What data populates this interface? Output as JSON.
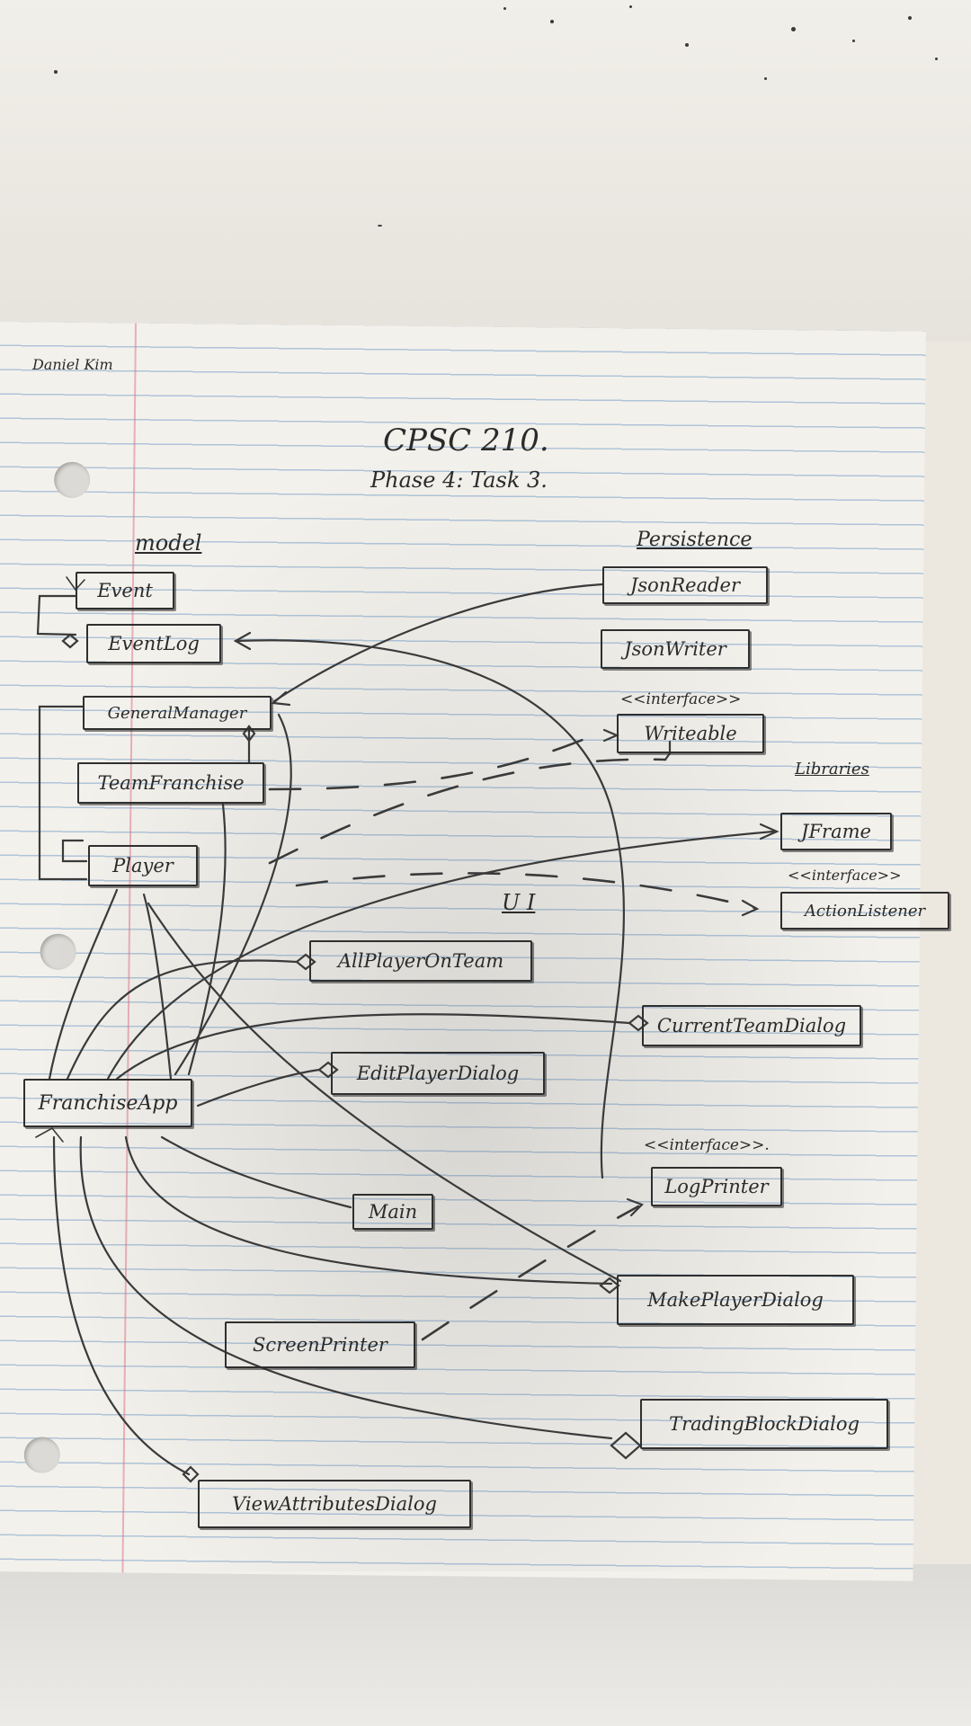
{
  "author": "Daniel Kim",
  "header": {
    "course": "CPSC 210.",
    "subtitle": "Phase 4: Task 3."
  },
  "sections": {
    "model": "model",
    "persistence": "Persistence",
    "libraries": "Libraries",
    "ui": "U I"
  },
  "stereotypes": {
    "writable": "<<interface>>",
    "action_listener": "<<interface>>",
    "log_printer": "<<interface>>."
  },
  "classes": {
    "event": "Event",
    "event_log": "EventLog",
    "general_manager": "GeneralManager",
    "team_franchise": "TeamFranchise",
    "player": "Player",
    "json_reader": "JsonReader",
    "json_writer": "JsonWriter",
    "writable": "Writeable",
    "jframe": "JFrame",
    "action_listener": "ActionListener",
    "all_player_on_team": "AllPlayerOnTeam",
    "current_team_dialog": "CurrentTeamDialog",
    "edit_player_dialog": "EditPlayerDialog",
    "franchise_app": "FranchiseApp",
    "log_printer": "LogPrinter",
    "main": "Main",
    "make_player_dialog": "MakePlayerDialog",
    "screen_printer": "ScreenPrinter",
    "trading_block_dialog": "TradingBlockDialog",
    "view_attributes_dialog": "ViewAttributesDialog"
  },
  "ink_color": "#2b2b2b",
  "rule_color": "#7aa0c8",
  "margin_color": "#dc7890"
}
